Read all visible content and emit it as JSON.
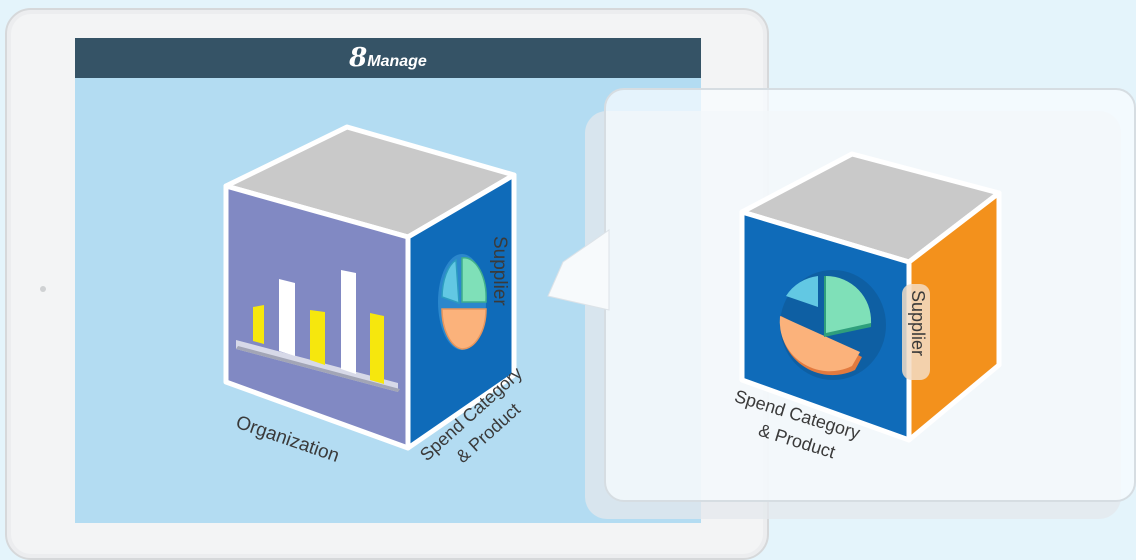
{
  "app": {
    "logo_number": "8",
    "logo_text": "Manage"
  },
  "left_cube": {
    "front_label": "Organization",
    "side_label_top": "Supplier",
    "side_label_bottom_1": "Spend Category",
    "side_label_bottom_2": "& Product"
  },
  "right_cube": {
    "side_label": "Supplier",
    "front_label_1": "Spend Category",
    "front_label_2": "& Product"
  },
  "colors": {
    "header": "#355366",
    "screen": "#b3dcf2",
    "cube_top": "#c9c9c9",
    "cube_front_left": "#8189c3",
    "cube_side_blue": "#0f6bb9",
    "cube_side_orange": "#f3911c",
    "bar_yellow": "#f6e70d",
    "bar_white": "#ffffff",
    "pie_orange": "#fbb27b",
    "pie_green": "#7fe0b8",
    "pie_cyan": "#62c8e3"
  },
  "icons": [
    "bar-chart-icon",
    "pie-chart-icon",
    "callout-pointer"
  ]
}
